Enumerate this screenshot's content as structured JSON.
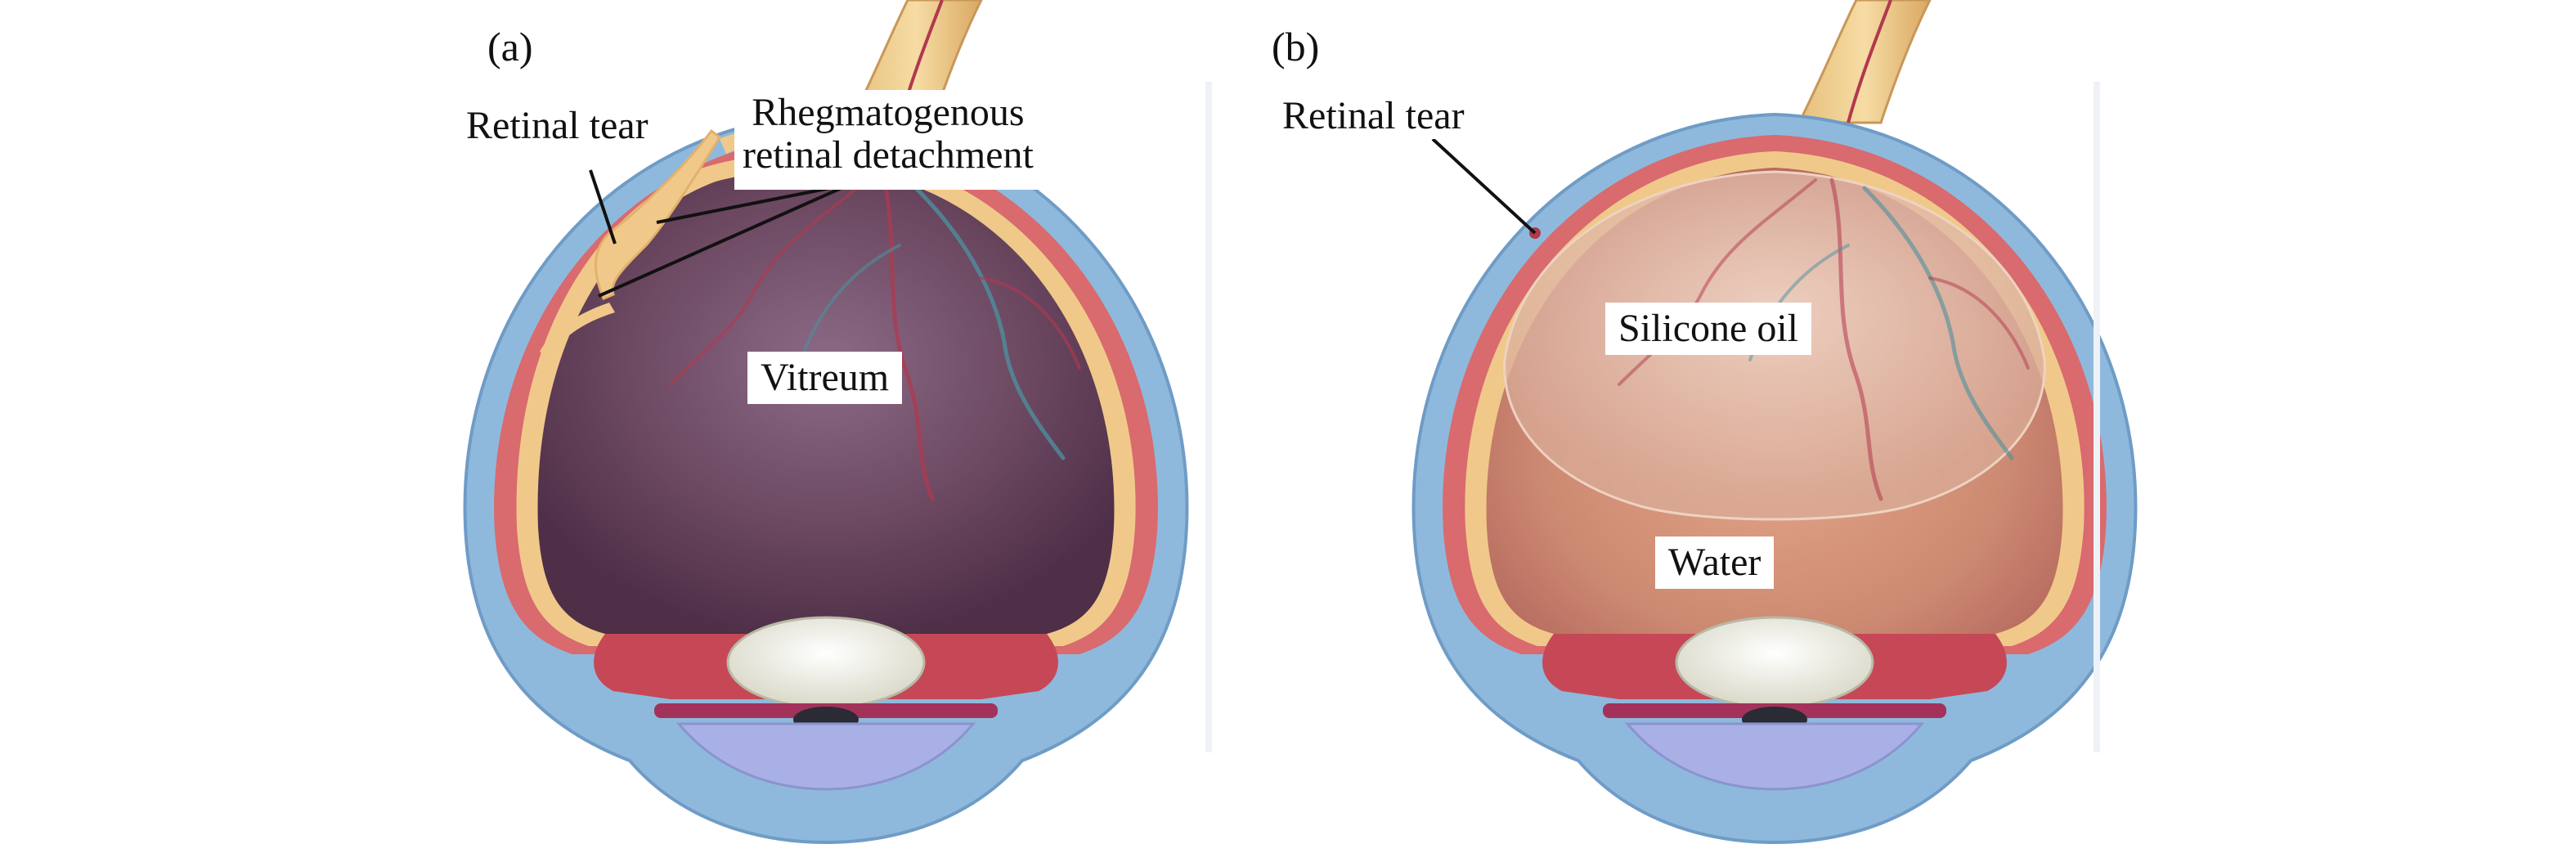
{
  "panels": [
    {
      "letter": "(a)",
      "labels": {
        "retinal_tear": "Retinal tear",
        "rhegmatogenous_line1": "Rhegmatogenous",
        "rhegmatogenous_line2": "retinal detachment",
        "vitreum": "Vitreum"
      }
    },
    {
      "letter": "(b)",
      "labels": {
        "retinal_tear": "Retinal tear",
        "silicone_oil": "Silicone oil",
        "water": "Water"
      }
    }
  ],
  "colors": {
    "sclera": "#8fb9dc",
    "choroid": "#d96a6e",
    "retina": "#f0c98a",
    "vitreous_a": "#6b4760",
    "vitreous_b": "#c9826f",
    "oil": "#dcb8a8",
    "lens": "#f2f1e8",
    "cornea": "#a9b0e6",
    "vessel_red": "#b2384e",
    "vessel_teal": "#4d8f9d"
  }
}
